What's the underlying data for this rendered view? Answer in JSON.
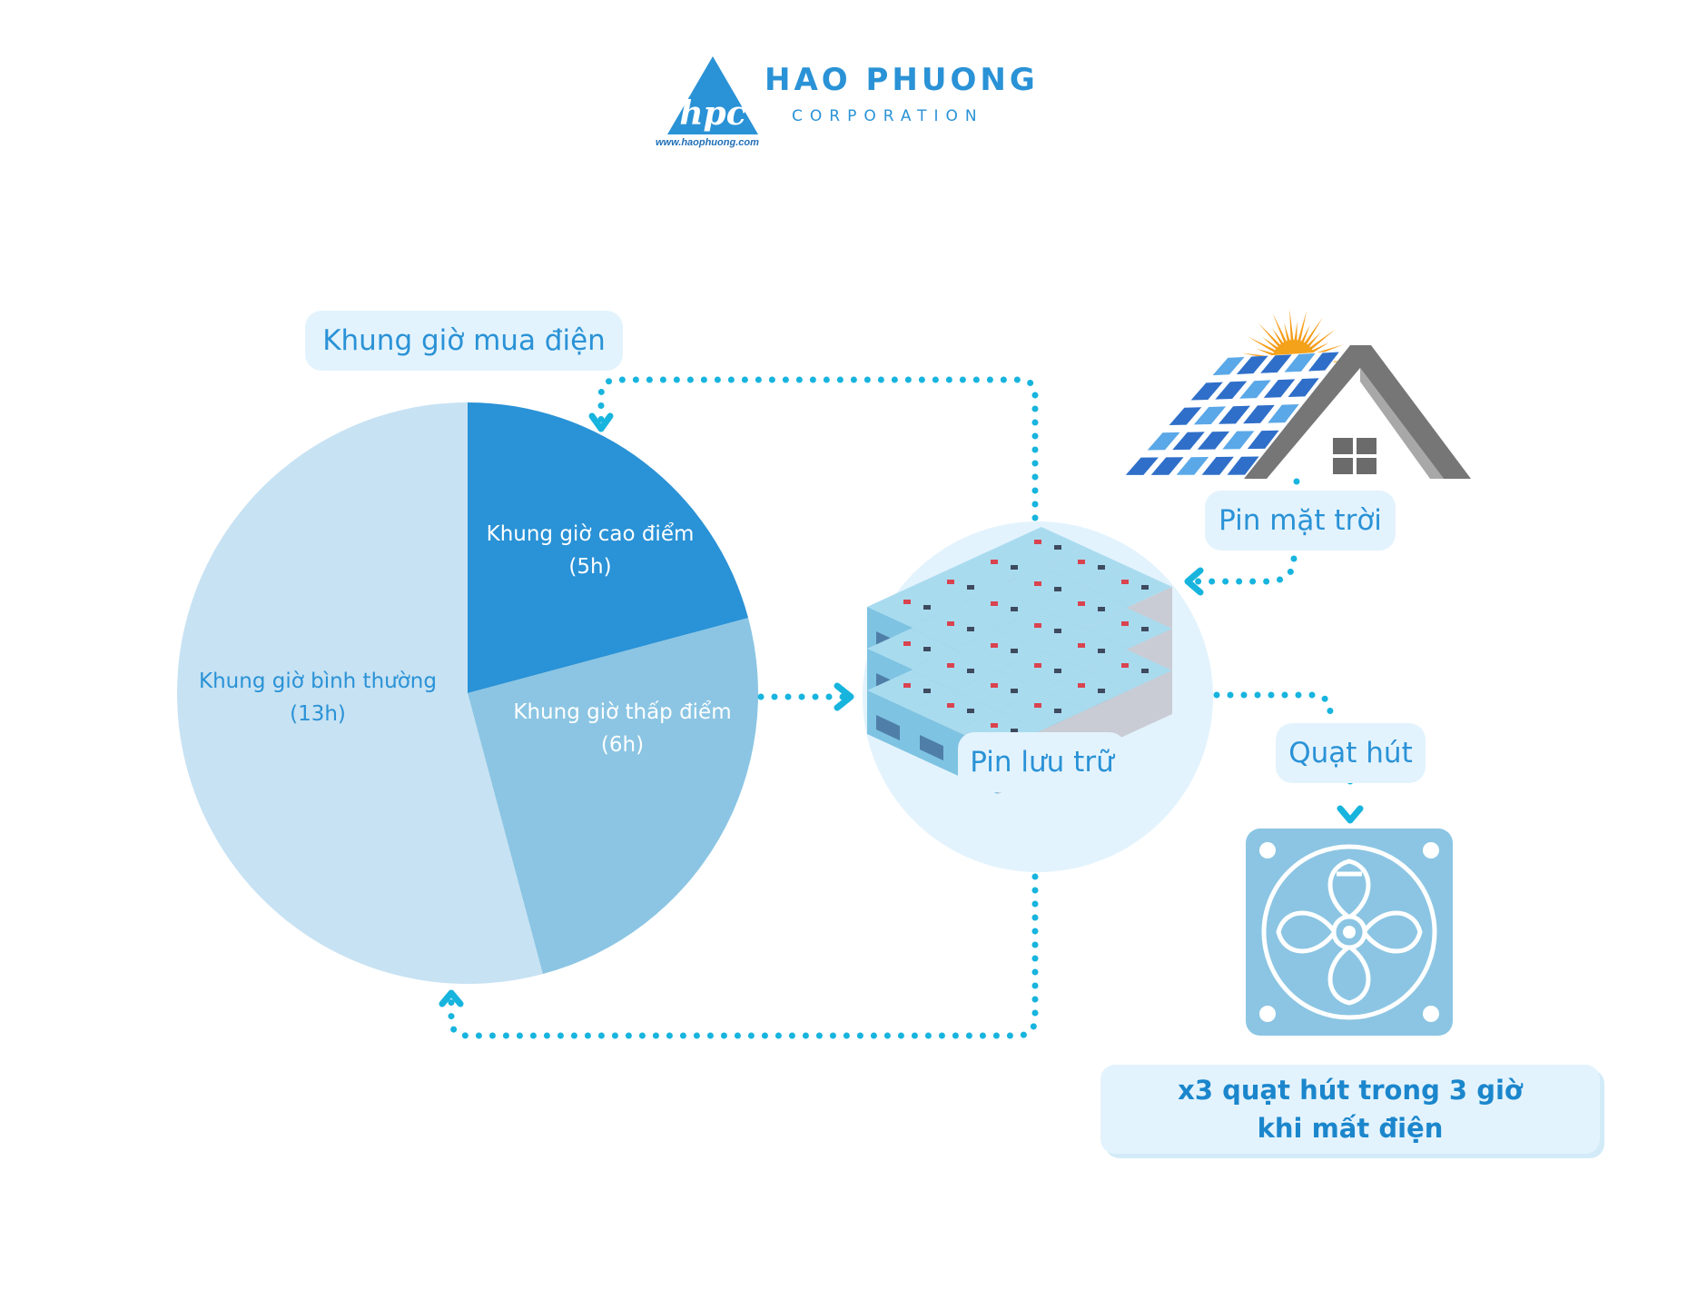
{
  "brand": {
    "name": "HAO PHUONG",
    "subtitle": "CORPORATION",
    "url": "www.haophuong.com",
    "logo_letters": "hpc",
    "primary_color": "#2a92d6"
  },
  "labels": {
    "purchase_window": "Khung giờ mua điện",
    "storage_battery": "Pin lưu trữ",
    "solar_panel": "Pin mặt trời",
    "exhaust_fan": "Quạt hút"
  },
  "pie": {
    "slices": [
      {
        "label": "Khung giờ cao điểm",
        "hours_text": "(5h)",
        "hours": 5,
        "color": "#2a92d6",
        "text_color": "#ffffff"
      },
      {
        "label": "Khung giờ thấp điểm",
        "hours_text": "(6h)",
        "hours": 6,
        "color": "#8bc5e3",
        "text_color": "#ffffff"
      },
      {
        "label": "Khung giờ bình thường",
        "hours_text": "(13h)",
        "hours": 13,
        "color": "#c7e2f3",
        "text_color": "#2a92d6"
      }
    ]
  },
  "result": {
    "line1": "x3 quạt hút trong 3 giờ",
    "line2": "khi mất điện"
  },
  "colors": {
    "connector": "#17b4de",
    "bubble": "#e3f3fd",
    "fan_body": "#8bc5e3",
    "solar_blue": "#2f6fc9",
    "roof_gray": "#767676",
    "sun_orange": "#f49d1a"
  },
  "icons": [
    "logo-triangle-icon",
    "sun-icon",
    "house-roof-icon",
    "solar-panel-icon",
    "battery-stack-icon",
    "fan-icon",
    "arrow-icon"
  ]
}
